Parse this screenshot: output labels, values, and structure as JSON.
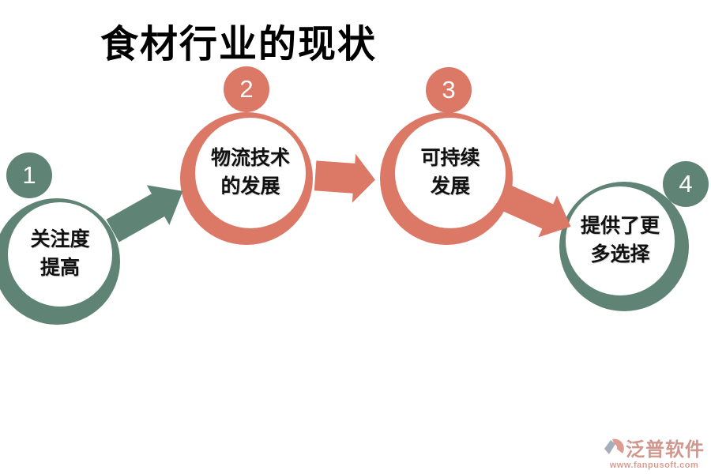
{
  "title": "食材行业的现状",
  "colors": {
    "teal": "#5f8476",
    "salmon": "#dc7866",
    "title_text": "#000000",
    "circle_text": "#111111",
    "watermark_brand": "#c8857b",
    "watermark_url": "#d28d7e"
  },
  "steps": [
    {
      "number": "1",
      "line1": "关注度",
      "line2": "提高",
      "color": "#5f8476"
    },
    {
      "number": "2",
      "line1": "物流技术",
      "line2": "的发展",
      "color": "#dc7866"
    },
    {
      "number": "3",
      "line1": "可持续",
      "line2": "发展",
      "color": "#dc7866"
    },
    {
      "number": "4",
      "line1": "提供了更",
      "line2": "多选择",
      "color": "#5f8476"
    }
  ],
  "connectors": [
    {
      "from": "1",
      "to": "2",
      "color": "#5f8476",
      "direction": "up-right"
    },
    {
      "from": "2",
      "to": "3",
      "color": "#dc7866",
      "direction": "right"
    },
    {
      "from": "3",
      "to": "4",
      "color": "#dc7866",
      "direction": "down-right"
    }
  ],
  "watermark": {
    "icon": "fanpu-logo-icon",
    "brand": "泛普软件",
    "url": "www.fanpusoft.com"
  }
}
